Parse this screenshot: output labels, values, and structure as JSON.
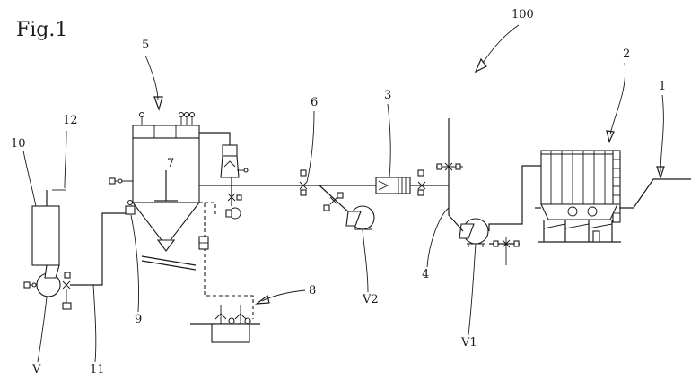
{
  "figure": {
    "title": "Fig.1"
  },
  "labels": {
    "system": "100",
    "l1": "1",
    "l2": "2",
    "l3": "3",
    "l4": "4",
    "l5": "5",
    "l6": "6",
    "l7": "7",
    "l8": "8",
    "l9": "9",
    "l10": "10",
    "l11": "11",
    "l12": "12",
    "v": "V",
    "v1": "V1",
    "v2": "V2"
  }
}
